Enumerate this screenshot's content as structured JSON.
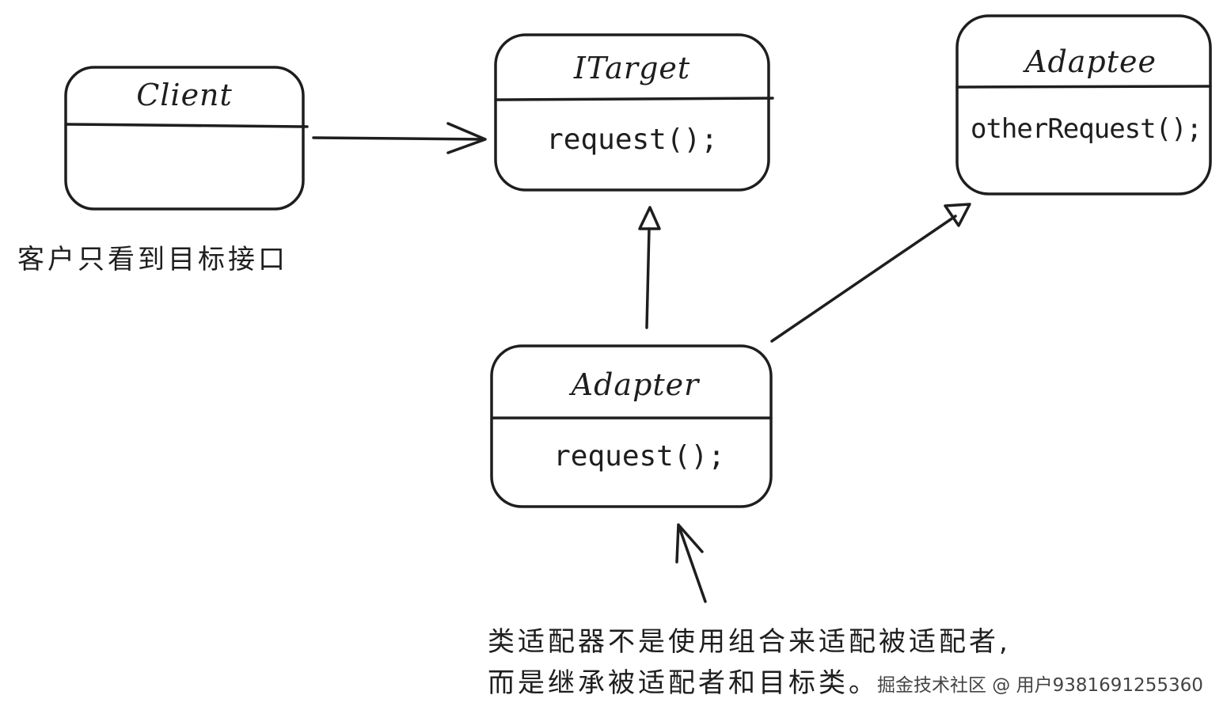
{
  "diagram": {
    "client": {
      "title": "Client",
      "note": "客户只看到目标接口"
    },
    "itarget": {
      "title": "ITarget",
      "method": "request();"
    },
    "adaptee": {
      "title": "Adaptee",
      "method": "otherRequest();"
    },
    "adapter": {
      "title": "Adapter",
      "method": "request();"
    },
    "annotation": {
      "line1": "类适配器不是使用组合来适配被适配者,",
      "line2": "而是继承被适配者和目标类。"
    },
    "colors": {
      "stroke": "#1e1e1e",
      "background": "#ffffff"
    }
  },
  "watermark": {
    "text": "掘金技术社区 @ 用户9381691255360"
  }
}
